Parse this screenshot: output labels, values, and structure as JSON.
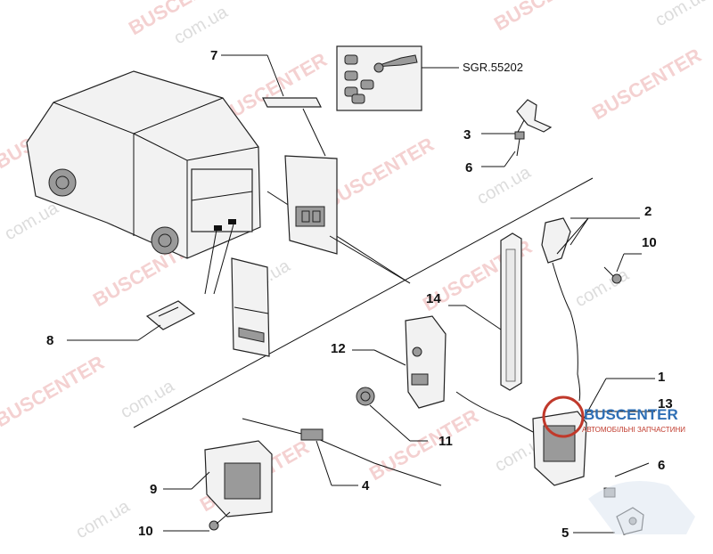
{
  "diagram": {
    "ref_code": "SGR.55202",
    "parts": [
      {
        "id": "p1",
        "label": "1"
      },
      {
        "id": "p2",
        "label": "2"
      },
      {
        "id": "p3",
        "label": "3"
      },
      {
        "id": "p4",
        "label": "4"
      },
      {
        "id": "p5",
        "label": "5"
      },
      {
        "id": "p6a",
        "label": "6"
      },
      {
        "id": "p6b",
        "label": "6"
      },
      {
        "id": "p7",
        "label": "7"
      },
      {
        "id": "p8",
        "label": "8"
      },
      {
        "id": "p9",
        "label": "9"
      },
      {
        "id": "p10a",
        "label": "10"
      },
      {
        "id": "p10b",
        "label": "10"
      },
      {
        "id": "p11",
        "label": "11"
      },
      {
        "id": "p12",
        "label": "12"
      },
      {
        "id": "p13",
        "label": "13"
      },
      {
        "id": "p14",
        "label": "14"
      }
    ]
  },
  "watermark": {
    "brand": "BUSCENTER",
    "domain": "com.ua"
  },
  "logo": {
    "name": "BUSCENTER",
    "tagline": "АВТОМОБІЛЬНІ ЗАПЧАСТИНИ",
    "brand_color": "#2f6fb5",
    "accent_color": "#c0392b"
  }
}
